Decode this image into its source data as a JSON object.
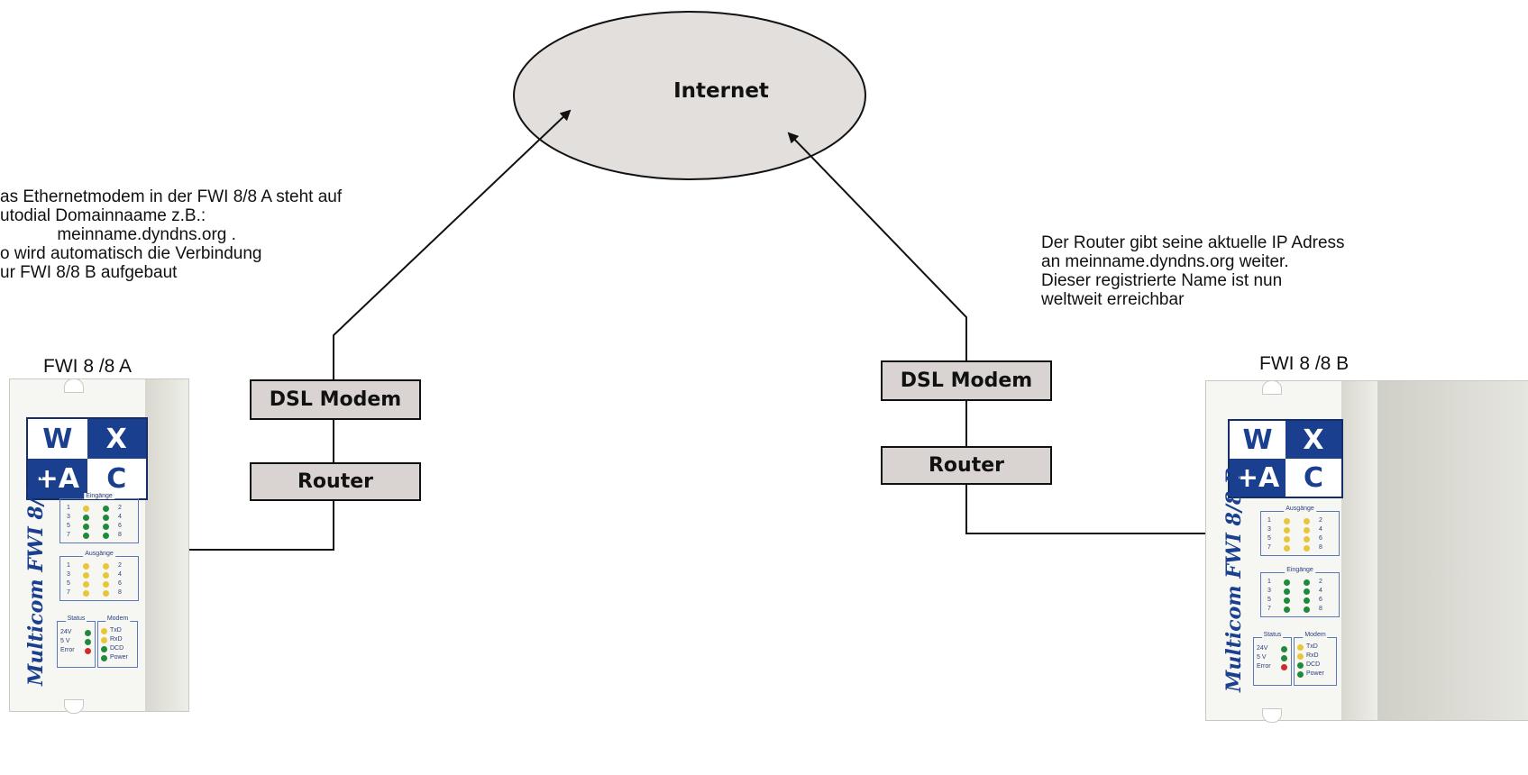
{
  "cloud": {
    "label": "Internet"
  },
  "left": {
    "note": "as Ethernetmodem in der FWI 8/8 A steht auf\nutodial Domainnaame z.B.:\n            meinname.dyndns.org .\no wird automatisch die Verbindung\nur FWI 8/8 B aufgebaut",
    "device_title": "FWI 8 /8 A",
    "modem_label": "DSL Modem",
    "router_label": "Router",
    "device": {
      "logo_top": [
        "W",
        "X"
      ],
      "logo_bottom": [
        "+A",
        "C"
      ],
      "side_text": "Multicom FWI 8/8 A",
      "panel1_title": "Eingänge",
      "panel2_title": "Ausgänge",
      "numbers": [
        "1",
        "2",
        "3",
        "4",
        "5",
        "6",
        "7",
        "8"
      ],
      "status_title": "Status",
      "modem_title": "Modem",
      "status_items": [
        "24V",
        "5 V",
        "Error"
      ],
      "modem_items": [
        "TxD",
        "RxD",
        "DCD",
        "Power"
      ]
    }
  },
  "right": {
    "note": "Der Router gibt seine aktuelle IP Adress\nan meinname.dyndns.org weiter.\nDieser registrierte Name ist nun\nweltweit erreichbar",
    "device_title": "FWI 8 /8 B",
    "modem_label": "DSL Modem",
    "router_label": "Router",
    "device": {
      "logo_top": [
        "W",
        "X"
      ],
      "logo_bottom": [
        "+A",
        "C"
      ],
      "side_text": "Multicom FWI 8/8 B",
      "panel1_title": "Ausgänge",
      "panel2_title": "Eingänge",
      "numbers": [
        "1",
        "2",
        "3",
        "4",
        "5",
        "6",
        "7",
        "8"
      ],
      "status_title": "Status",
      "modem_title": "Modem",
      "status_items": [
        "24V",
        "5 V",
        "Error"
      ],
      "modem_items": [
        "TxD",
        "RxD",
        "DCD",
        "Power"
      ]
    }
  },
  "colors": {
    "cloud_fill": "#e2dfdd",
    "box_fill": "#d9d4d1",
    "device_blue": "#1b3f8f",
    "led_green": "#1f8a3c",
    "led_yellow": "#e8c63a",
    "led_red": "#d12a2a"
  }
}
